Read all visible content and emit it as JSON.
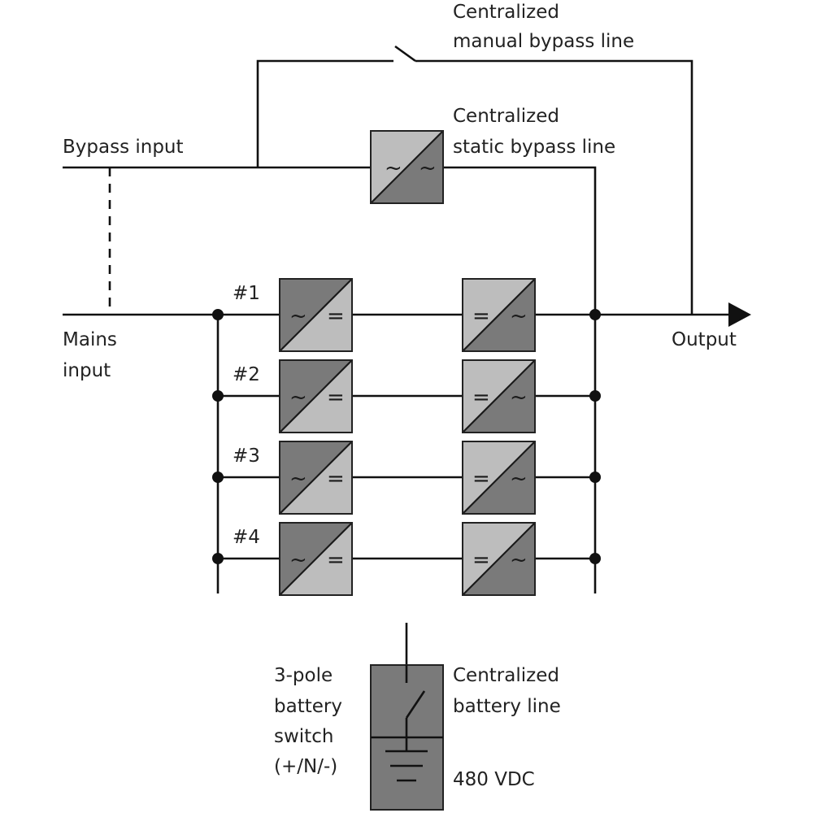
{
  "labels": {
    "manual_bypass": [
      "Centralized",
      "manual bypass line"
    ],
    "static_bypass": [
      "Centralized",
      "static bypass line"
    ],
    "bypass_input": "Bypass input",
    "mains_input": [
      "Mains",
      "input"
    ],
    "output": "Output",
    "battery_switch": [
      "3-pole",
      "battery",
      "switch",
      "(+/N/-)"
    ],
    "battery_line": [
      "Centralized",
      "battery line"
    ],
    "battery_voltage": "480 VDC"
  },
  "modules": [
    {
      "id": "#1",
      "rectifier_in": "~",
      "rectifier_out": "=",
      "inverter_in": "=",
      "inverter_out": "~"
    },
    {
      "id": "#2",
      "rectifier_in": "~",
      "rectifier_out": "=",
      "inverter_in": "=",
      "inverter_out": "~"
    },
    {
      "id": "#3",
      "rectifier_in": "~",
      "rectifier_out": "=",
      "inverter_in": "=",
      "inverter_out": "~"
    },
    {
      "id": "#4",
      "rectifier_in": "~",
      "rectifier_out": "=",
      "inverter_in": "=",
      "inverter_out": "~"
    }
  ],
  "static_switch": {
    "in": "~",
    "out": "~"
  },
  "colors": {
    "dark_fill": "#7a7a7a",
    "light_fill": "#bdbdbd",
    "battery_fill": "#7a7a7a",
    "line": "#111111"
  },
  "icons": [
    "manual-bypass-switch-icon",
    "static-switch-icon",
    "rectifier-icon",
    "inverter-icon",
    "battery-switch-icon",
    "battery-icon",
    "output-arrow-icon"
  ]
}
